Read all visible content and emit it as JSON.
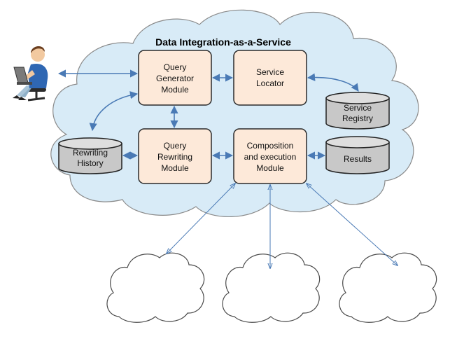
{
  "title": "Data Integration-as-a-Service",
  "modules": {
    "query_generator": [
      "Query",
      "Generator",
      "Module"
    ],
    "service_locator": [
      "Service",
      "Locator"
    ],
    "query_rewriting": [
      "Query",
      "Rewriting",
      "Module"
    ],
    "composition": [
      "Composition",
      "and execution",
      "Module"
    ]
  },
  "stores": {
    "service_registry": [
      "Service",
      "Registry"
    ],
    "rewriting_history": [
      "Rewriting",
      "History"
    ],
    "results": [
      "Results"
    ]
  },
  "colors": {
    "cloud_fill": "#d8ebf7",
    "module_fill": "#fde9d9",
    "store_fill": "#c8c8c8",
    "arrow": "#4a7ab5"
  },
  "icons": {
    "user": "user-at-laptop-icon"
  }
}
